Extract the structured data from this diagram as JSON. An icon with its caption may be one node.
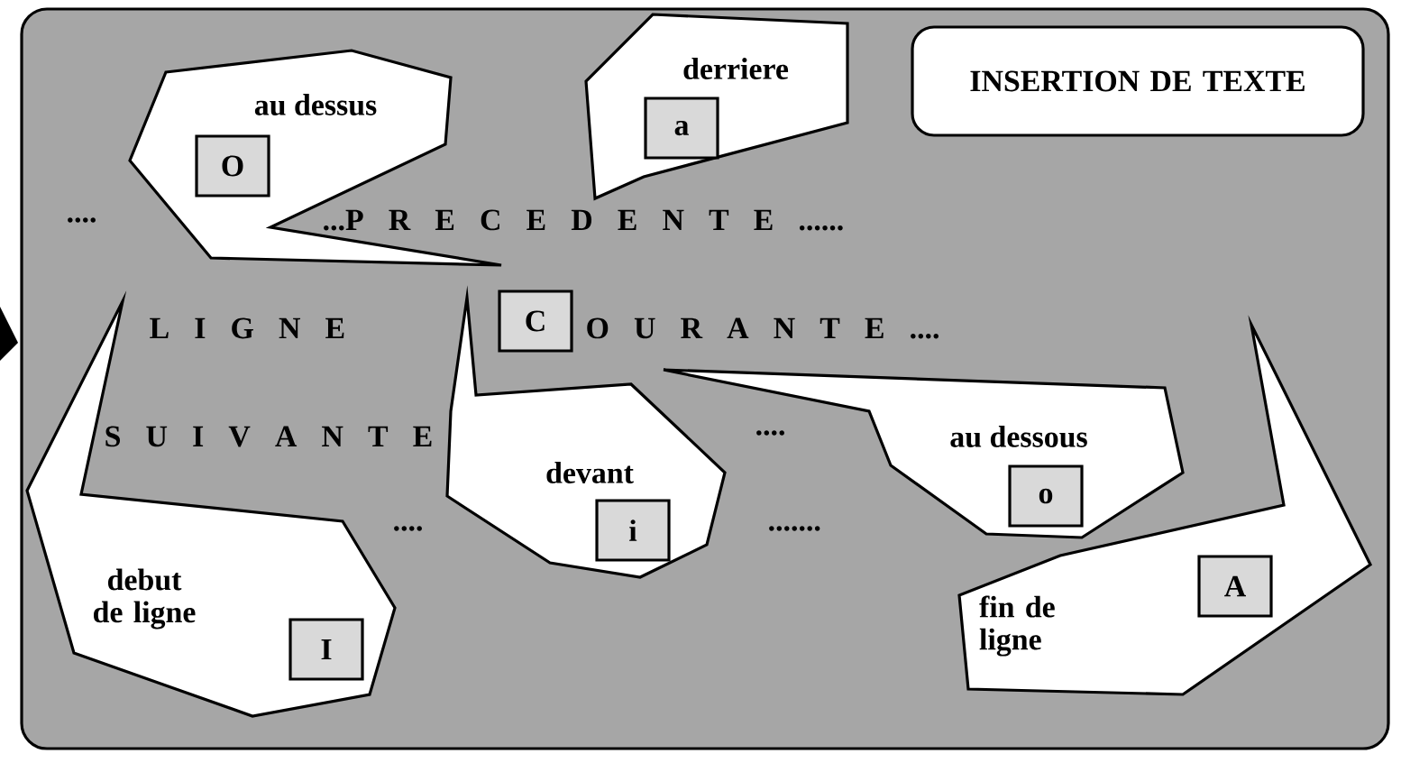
{
  "diagram": {
    "nodes": [
      {
        "text": [
          "au dessus"
        ]
      },
      {
        "text": [
          "O"
        ],
        "in": 0
      },
      {
        "text": [
          "derriere"
        ]
      },
      {
        "text": [
          "a"
        ],
        "in": 2
      },
      {
        "text": [
          "INSERTION DE TEXTE"
        ]
      },
      {
        "text": [
          "C"
        ]
      },
      {
        "text": [
          "devant"
        ]
      },
      {
        "text": [
          "i"
        ],
        "in": 6
      },
      {
        "text": [
          "au dessous"
        ]
      },
      {
        "text": [
          "o"
        ],
        "in": 8
      },
      {
        "text": [
          "debut de ligne"
        ]
      },
      {
        "text": [
          "I"
        ],
        "in": 10
      },
      {
        "text": [
          "fin de ligne"
        ]
      },
      {
        "text": [
          "A"
        ],
        "in": 12
      }
    ],
    "edges": [],
    "labels": [
      "....",
      "...P R E C E D E N T E ......",
      "L I G N E",
      "O U R A N T E ....",
      "S U I V A N T E",
      "....",
      "....",
      "......."
    ]
  }
}
